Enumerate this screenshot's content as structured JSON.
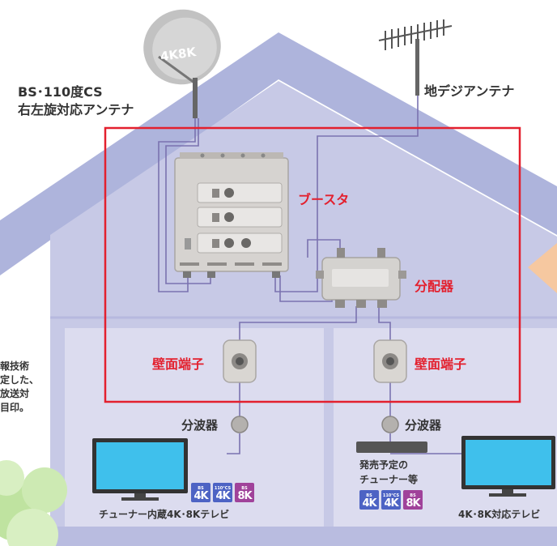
{
  "dish_text": "4K8K",
  "labels": {
    "bs_antenna_line1": "BS･110度CS",
    "bs_antenna_line2": "右左旋対応アンテナ",
    "terrestrial_antenna": "地デジアンテナ",
    "booster": "ブースタ",
    "splitter": "分配器",
    "wall_outlet_left": "壁面端子",
    "wall_outlet_right": "壁面端子",
    "diplexer_left": "分波器",
    "diplexer_right": "分波器",
    "tv_left": "チューナー内蔵4K･8Kテレビ",
    "tuner_line1": "発売予定の",
    "tuner_line2": "チューナー等",
    "tv_right": "4K･8K対応テレビ"
  },
  "left_note": [
    "報技術",
    "定した、",
    "放送対",
    "目印。"
  ],
  "badges": {
    "left": [
      {
        "top": "BS",
        "big": "4K",
        "color": "#4d63c4"
      },
      {
        "top": "110°CS",
        "big": "4K",
        "color": "#4d63c4"
      },
      {
        "top": "BS",
        "big": "8K",
        "color": "#a0429a"
      }
    ],
    "right": [
      {
        "top": "BS",
        "big": "4K",
        "color": "#4d63c4"
      },
      {
        "top": "110°CS",
        "big": "4K",
        "color": "#4d63c4"
      },
      {
        "top": "BS",
        "big": "8K",
        "color": "#a0429a"
      }
    ]
  },
  "colors": {
    "roof": "#aeb4dc",
    "wall": "#c7c9e6",
    "room": "#dcdcef",
    "highlight_box": "#e3202e",
    "cable": "#7a72b0",
    "screen": "#3fc0ec"
  }
}
